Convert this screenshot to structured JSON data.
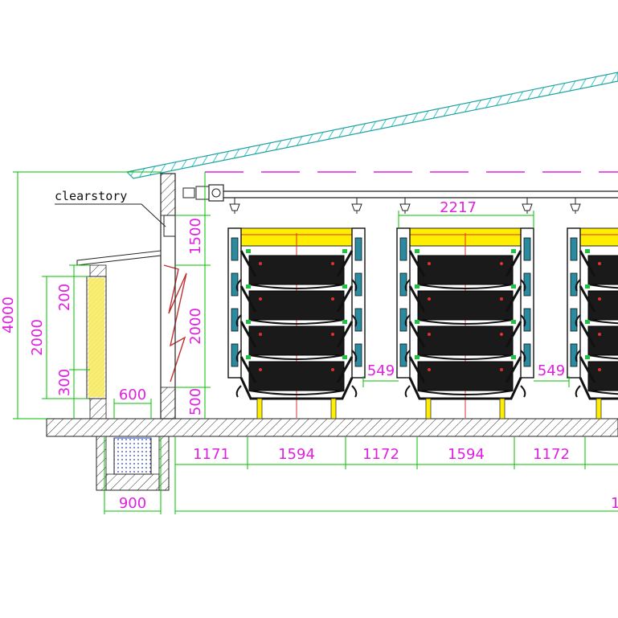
{
  "labels": {
    "clearstory": "clearstory"
  },
  "dimensions": {
    "total_height": "4000",
    "wall_opening": "2000",
    "pad_top": "200",
    "pad_bottom": "300",
    "gutter_width": "600",
    "foundation_width": "900",
    "upper_wall": "1500",
    "window_height": "2000",
    "plinth": "500",
    "cage_width_top": "2217",
    "cage_gap_a": "549",
    "cage_gap_b": "549",
    "wall_to_cage": "1171",
    "cage_1": "1594",
    "aisle_1": "1172",
    "cage_2": "1594",
    "aisle_2": "1172",
    "overall_prefix": "1"
  },
  "colors": {
    "dimension": "#e020e0",
    "dimension_line": "#00c000",
    "roof": "#40d0d0",
    "cage_frame": "#1a1a1a",
    "cage_post": "#2a8aa0",
    "feeder": "#ffee00",
    "cooling_pad": "#f2e23a",
    "water": "#3050c0",
    "ceiling_line": "#e020e0"
  },
  "icons": {
    "motor": "motor-icon",
    "drinker": "drinker-nozzle-icon"
  }
}
